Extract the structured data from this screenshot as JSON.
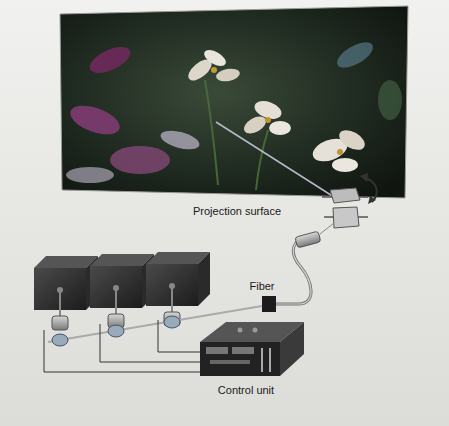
{
  "diagram": {
    "labels": [
      "Projection surface",
      "Fiber",
      "Control unit"
    ]
  }
}
